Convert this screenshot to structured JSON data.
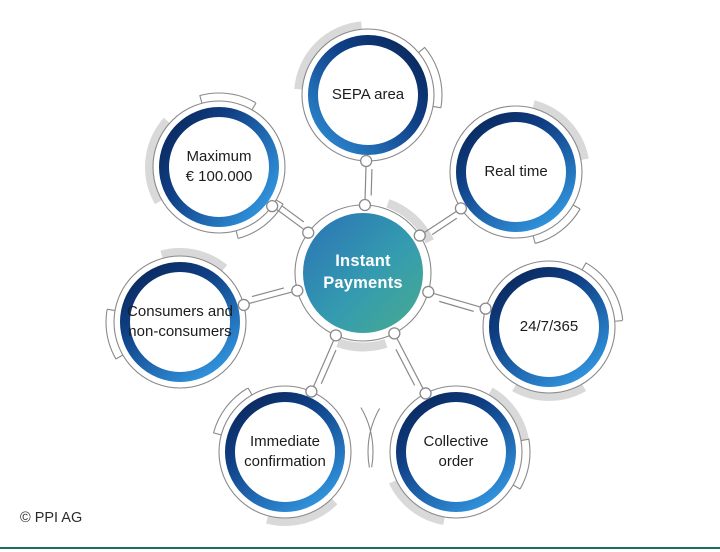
{
  "diagram": {
    "hub": {
      "lines": [
        "Instant",
        "Payments"
      ]
    },
    "nodes": [
      {
        "id": "sepa-area",
        "lines": [
          "SEPA area"
        ]
      },
      {
        "id": "real-time",
        "lines": [
          "Real time"
        ]
      },
      {
        "id": "24-7-365",
        "lines": [
          "24/7/365"
        ]
      },
      {
        "id": "collective-order",
        "lines": [
          "Collective",
          "order"
        ]
      },
      {
        "id": "immediate-confirmation",
        "lines": [
          "Immediate",
          "confirmation"
        ]
      },
      {
        "id": "consumers",
        "lines": [
          "Consumers and",
          "non-consumers"
        ]
      },
      {
        "id": "maximum-amount",
        "lines": [
          "Maximum",
          "€ 100.000"
        ]
      }
    ]
  },
  "footer": {
    "copyright": "© PPI AG"
  },
  "colors": {
    "ring_dark": "#0a2454",
    "ring_light": "#2f8fd8",
    "hub_blue": "#2a72b5",
    "hub_teal": "#4aab8e",
    "thick_arc_gray": "#d9d9d9",
    "thin_line_gray": "#8a8a8a",
    "label_text": "#1c1c1c",
    "footer_line_teal": "#1f6e62"
  }
}
